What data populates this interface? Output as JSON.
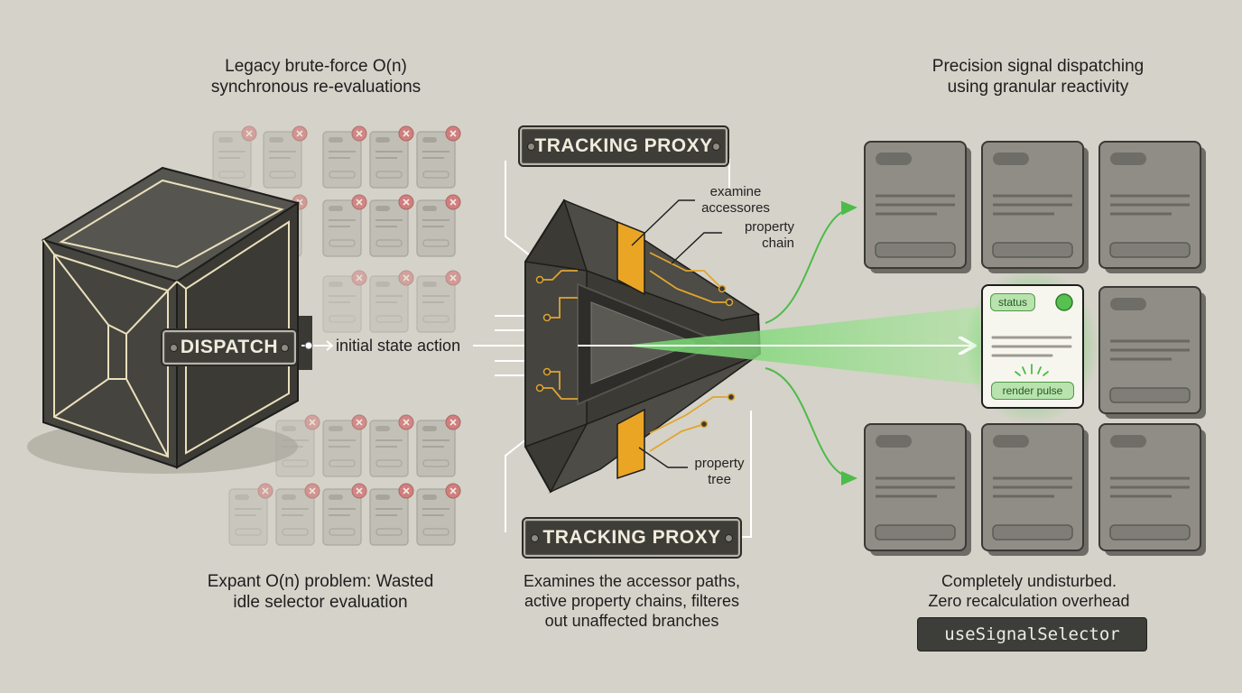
{
  "left": {
    "title_lines": [
      "Legacy brute-force O(n)",
      "synchronous re-evaluations"
    ],
    "dispatch_label": "DISPATCH",
    "action_label": "initial state action",
    "caption_lines": [
      "Expant O(n) problem: Wasted",
      "idle selector evaluation"
    ]
  },
  "middle": {
    "top_plate": "TRACKING PROXY",
    "bottom_plate": "TRACKING PROXY",
    "annotation_accessors": [
      "examine",
      "accessores"
    ],
    "annotation_chain": [
      "property",
      "chain"
    ],
    "annotation_tree": [
      "property",
      "tree"
    ],
    "caption_lines": [
      "Examines the accessor paths,",
      "active property chains, filteres",
      "out unaffected branches"
    ]
  },
  "right": {
    "title_lines": [
      "Precision signal dispatching",
      "using granular reactivity"
    ],
    "status_label": "status",
    "render_pulse_label": "render pulse",
    "caption_lines": [
      "Completely undisturbed.",
      "Zero recalculation overhead"
    ],
    "hook_name": "useSignalSelector"
  },
  "colors": {
    "background": "#d5d2c9",
    "machine": "#3f3e39",
    "outline": "#e8ddb8",
    "circuit": "#e8a92c",
    "signal_green": "#4cbb4a",
    "error_red": "#d1484a",
    "card_gray": "#8e8b84"
  }
}
